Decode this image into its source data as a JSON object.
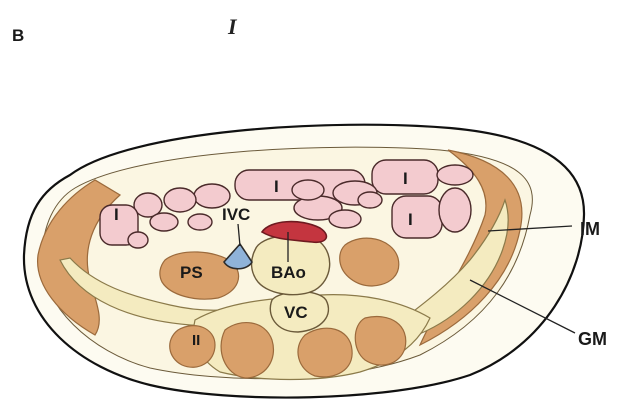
{
  "figure": {
    "panel_letter": "B",
    "top_marker": "I"
  },
  "labels": {
    "ivc": "IVC",
    "bao": "BAo",
    "ps": "PS",
    "vc": "VC",
    "ii": "II",
    "im": "IM",
    "gm": "GM",
    "intestine": "I"
  },
  "colors": {
    "skin_outline": "#111111",
    "fat": "#fbf6e2",
    "muscle": "#d9a06a",
    "muscle_edge": "#9b6a3c",
    "bone": "#f4ebc0",
    "intestine": "#f3cbcf",
    "artery": "#c4353f",
    "vein": "#8fb3d9"
  }
}
